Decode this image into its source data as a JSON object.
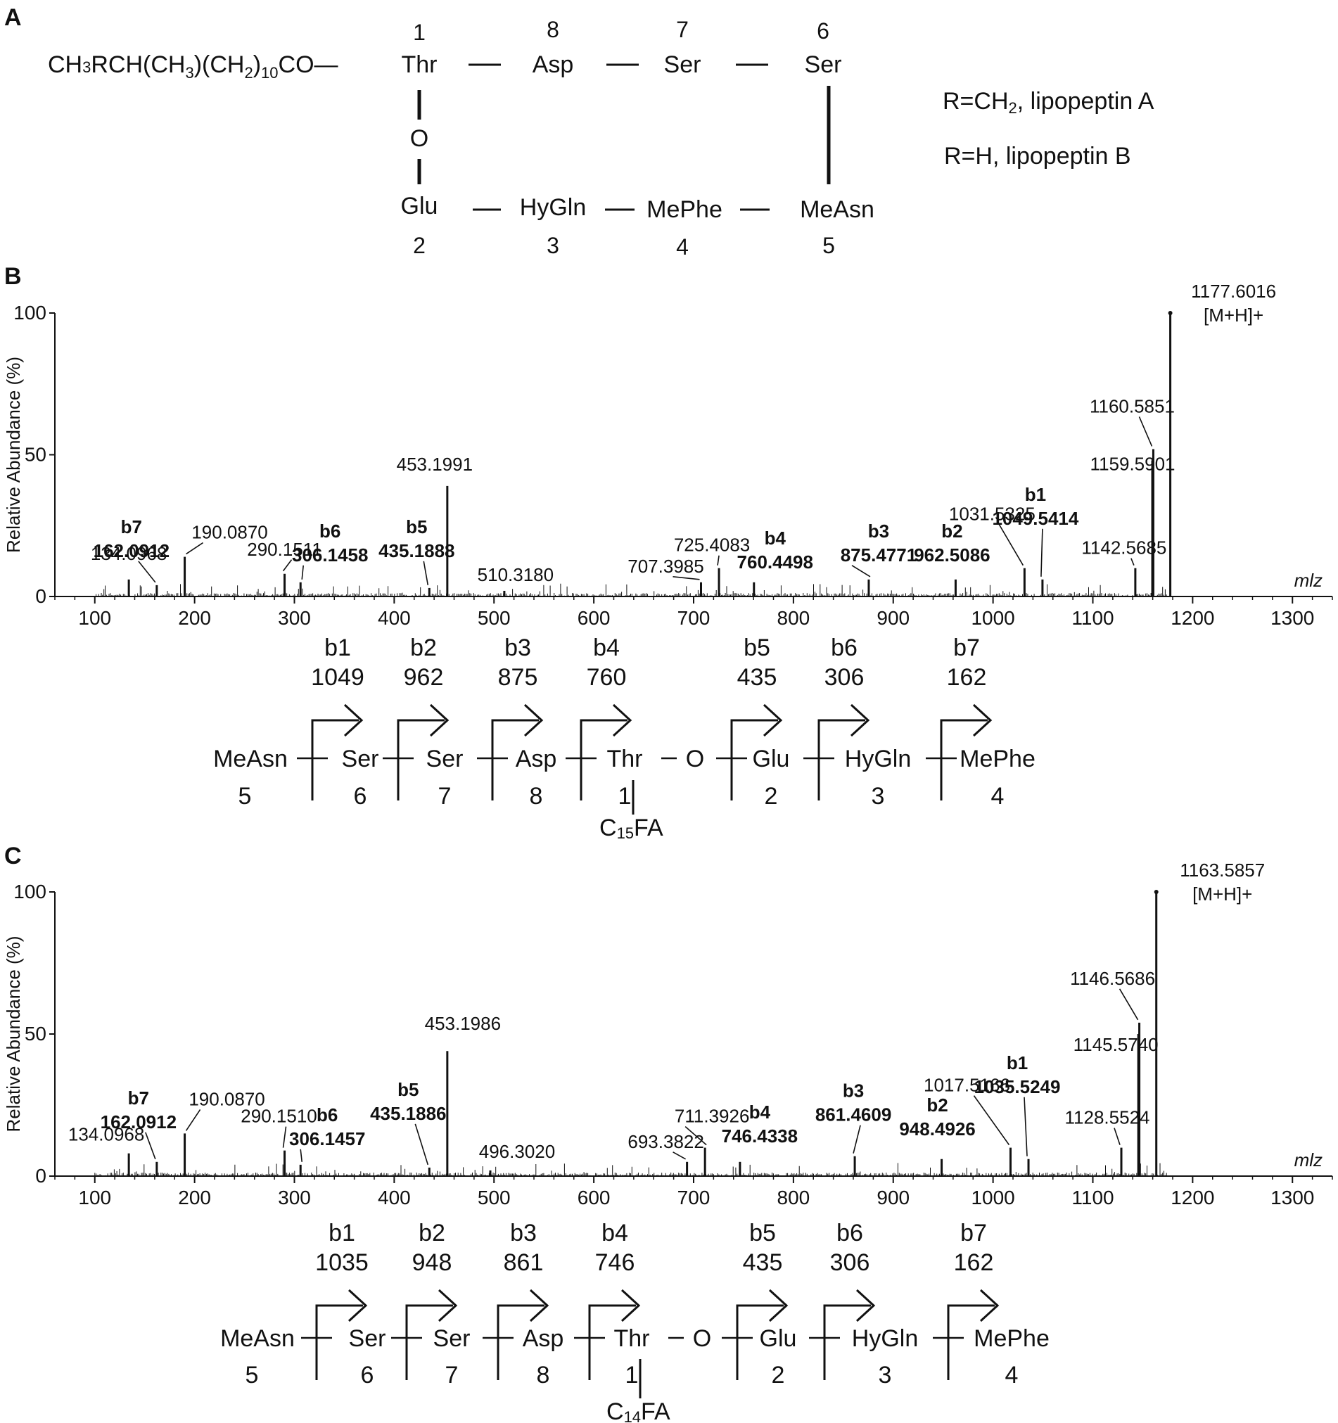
{
  "panel_letters": [
    "A",
    "B",
    "C"
  ],
  "structure": {
    "prefix_pieces": [
      "CH",
      "3",
      "RCH(CH",
      "3",
      ")(CH",
      "2",
      ")",
      "10",
      "CO—"
    ],
    "top": [
      {
        "res": "Thr",
        "num": "1"
      },
      {
        "res": "Asp",
        "num": "8"
      },
      {
        "res": "Ser",
        "num": "7"
      },
      {
        "res": "Ser",
        "num": "6"
      }
    ],
    "bottom": [
      {
        "res": "Glu",
        "num": "2"
      },
      {
        "res": "HyGln",
        "num": "3"
      },
      {
        "res": "MePhe",
        "num": "4"
      },
      {
        "res": "MeAsn",
        "num": "5"
      }
    ],
    "ester": "O",
    "note_a": {
      "pre": "R=CH",
      "sub": "2",
      "post": ", lipopeptin A"
    },
    "note_b": "R=H, lipopeptin B"
  },
  "chart_data": [
    {
      "type": "bar",
      "ylabel": "Relative Abundance (%)",
      "xlabel": "m/z",
      "xlim": [
        60,
        1340
      ],
      "ylim": [
        0,
        100
      ],
      "xticks": [
        100,
        200,
        300,
        400,
        500,
        600,
        700,
        800,
        900,
        1000,
        1100,
        1200,
        1300
      ],
      "yticks": [
        0,
        50,
        100
      ],
      "peaks": [
        {
          "x": 134.0968,
          "y": 6
        },
        {
          "x": 162.0912,
          "y": 4
        },
        {
          "x": 190.087,
          "y": 14
        },
        {
          "x": 290.1511,
          "y": 8
        },
        {
          "x": 306.1458,
          "y": 5
        },
        {
          "x": 435.1888,
          "y": 3
        },
        {
          "x": 453.1991,
          "y": 39
        },
        {
          "x": 510.318,
          "y": 2
        },
        {
          "x": 707.3985,
          "y": 5
        },
        {
          "x": 725.4083,
          "y": 10
        },
        {
          "x": 760.4498,
          "y": 5
        },
        {
          "x": 875.4771,
          "y": 6
        },
        {
          "x": 962.5086,
          "y": 6
        },
        {
          "x": 1031.5325,
          "y": 10
        },
        {
          "x": 1049.5414,
          "y": 6
        },
        {
          "x": 1142.5685,
          "y": 10
        },
        {
          "x": 1159.5901,
          "y": 48
        },
        {
          "x": 1160.5851,
          "y": 52
        },
        {
          "x": 1177.6016,
          "y": 100
        }
      ],
      "labels": [
        {
          "x": 134.0968,
          "y": 6,
          "lines": [
            "134.0968"
          ]
        },
        {
          "x": 162.0912,
          "y": 4,
          "lines": [
            "b7",
            "162.0912"
          ],
          "bold": true
        },
        {
          "x": 190.087,
          "y": 14,
          "lines": [
            "190.0870"
          ]
        },
        {
          "x": 290.1511,
          "y": 8,
          "lines": [
            "290.1511"
          ]
        },
        {
          "x": 306.1458,
          "y": 5,
          "lines": [
            "b6",
            "306.1458"
          ],
          "bold": true
        },
        {
          "x": 435.1888,
          "y": 3,
          "lines": [
            "b5",
            "435.1888"
          ],
          "bold": true
        },
        {
          "x": 453.1991,
          "y": 39,
          "lines": [
            "453.1991"
          ]
        },
        {
          "x": 510.318,
          "y": 2,
          "lines": [
            "510.3180"
          ]
        },
        {
          "x": 707.3985,
          "y": 5,
          "lines": [
            "707.3985"
          ]
        },
        {
          "x": 725.4083,
          "y": 10,
          "lines": [
            "725.4083"
          ]
        },
        {
          "x": 760.4498,
          "y": 5,
          "lines": [
            "b4",
            "760.4498"
          ],
          "bold": true
        },
        {
          "x": 875.4771,
          "y": 6,
          "lines": [
            "b3",
            "875.4771"
          ],
          "bold": true
        },
        {
          "x": 962.5086,
          "y": 6,
          "lines": [
            "b2",
            "962.5086"
          ],
          "bold": true
        },
        {
          "x": 1031.5325,
          "y": 10,
          "lines": [
            "1031.5325"
          ]
        },
        {
          "x": 1049.5414,
          "y": 6,
          "lines": [
            "b1",
            "1049.5414"
          ],
          "bold": true
        },
        {
          "x": 1142.5685,
          "y": 10,
          "lines": [
            "1142.5685"
          ]
        },
        {
          "x": 1159.5901,
          "y": 48,
          "lines": [
            "1159.5901"
          ]
        },
        {
          "x": 1160.5851,
          "y": 52,
          "lines": [
            "1160.5851"
          ]
        },
        {
          "x": 1177.6016,
          "y": 100,
          "lines": [
            "1177.6016",
            "[M+H]+"
          ]
        }
      ]
    },
    {
      "type": "bar",
      "ylabel": "Relative Abundance (%)",
      "xlabel": "m/z",
      "xlim": [
        60,
        1340
      ],
      "ylim": [
        0,
        100
      ],
      "xticks": [
        100,
        200,
        300,
        400,
        500,
        600,
        700,
        800,
        900,
        1000,
        1100,
        1200,
        1300
      ],
      "yticks": [
        0,
        50,
        100
      ],
      "peaks": [
        {
          "x": 134.0968,
          "y": 8
        },
        {
          "x": 162.0912,
          "y": 5
        },
        {
          "x": 190.087,
          "y": 15
        },
        {
          "x": 290.151,
          "y": 9
        },
        {
          "x": 306.1457,
          "y": 4
        },
        {
          "x": 435.1886,
          "y": 3
        },
        {
          "x": 453.1986,
          "y": 44
        },
        {
          "x": 496.302,
          "y": 2
        },
        {
          "x": 693.3822,
          "y": 5
        },
        {
          "x": 711.3926,
          "y": 10
        },
        {
          "x": 746.4338,
          "y": 5
        },
        {
          "x": 861.4609,
          "y": 7
        },
        {
          "x": 948.4926,
          "y": 6
        },
        {
          "x": 1017.5166,
          "y": 10
        },
        {
          "x": 1035.5249,
          "y": 6
        },
        {
          "x": 1128.5524,
          "y": 10
        },
        {
          "x": 1145.574,
          "y": 50
        },
        {
          "x": 1146.5686,
          "y": 54
        },
        {
          "x": 1163.5857,
          "y": 100
        }
      ],
      "labels": [
        {
          "x": 134.0968,
          "y": 8,
          "lines": [
            "134.0968"
          ]
        },
        {
          "x": 162.0912,
          "y": 5,
          "lines": [
            "b7",
            "162.0912"
          ],
          "bold": true
        },
        {
          "x": 190.087,
          "y": 15,
          "lines": [
            "190.0870"
          ]
        },
        {
          "x": 290.151,
          "y": 9,
          "lines": [
            "290.1510"
          ]
        },
        {
          "x": 306.1457,
          "y": 4,
          "lines": [
            "b6",
            "306.1457"
          ],
          "bold": true
        },
        {
          "x": 435.1886,
          "y": 3,
          "lines": [
            "b5",
            "435.1886"
          ],
          "bold": true
        },
        {
          "x": 453.1986,
          "y": 44,
          "lines": [
            "453.1986"
          ]
        },
        {
          "x": 496.302,
          "y": 2,
          "lines": [
            "496.3020"
          ]
        },
        {
          "x": 693.3822,
          "y": 5,
          "lines": [
            "693.3822"
          ]
        },
        {
          "x": 711.3926,
          "y": 10,
          "lines": [
            "711.3926"
          ]
        },
        {
          "x": 746.4338,
          "y": 5,
          "lines": [
            "b4",
            "746.4338"
          ],
          "bold": true
        },
        {
          "x": 861.4609,
          "y": 7,
          "lines": [
            "b3",
            "861.4609"
          ],
          "bold": true
        },
        {
          "x": 948.4926,
          "y": 6,
          "lines": [
            "b2",
            "948.4926"
          ],
          "bold": true
        },
        {
          "x": 1017.5166,
          "y": 10,
          "lines": [
            "1017.5166"
          ]
        },
        {
          "x": 1035.5249,
          "y": 6,
          "lines": [
            "b1",
            "1035.5249"
          ],
          "bold": true
        },
        {
          "x": 1128.5524,
          "y": 10,
          "lines": [
            "1128.5524"
          ]
        },
        {
          "x": 1145.574,
          "y": 50,
          "lines": [
            "1145.5740"
          ]
        },
        {
          "x": 1146.5686,
          "y": 54,
          "lines": [
            "1146.5686"
          ]
        },
        {
          "x": 1163.5857,
          "y": 100,
          "lines": [
            "1163.5857",
            "[M+H]+"
          ]
        }
      ]
    }
  ],
  "fragmentation": [
    {
      "residues": [
        {
          "name": "MeAsn",
          "num": "5"
        },
        {
          "name": "Ser",
          "num": "6"
        },
        {
          "name": "Ser",
          "num": "7"
        },
        {
          "name": "Asp",
          "num": "8"
        },
        {
          "name": "Thr",
          "num": "1"
        },
        {
          "name": "O",
          "num": ""
        },
        {
          "name": "Glu",
          "num": "2"
        },
        {
          "name": "HyGln",
          "num": "3"
        },
        {
          "name": "MePhe",
          "num": "4"
        }
      ],
      "ions": [
        {
          "ion": "b1",
          "mass": "1049"
        },
        {
          "ion": "b2",
          "mass": "962"
        },
        {
          "ion": "b3",
          "mass": "875"
        },
        {
          "ion": "b4",
          "mass": "760"
        },
        {
          "ion": "b5",
          "mass": "435"
        },
        {
          "ion": "b6",
          "mass": "306"
        },
        {
          "ion": "b7",
          "mass": "162"
        }
      ],
      "fa": {
        "pre": "C",
        "sub": "15",
        "post": "FA"
      }
    },
    {
      "residues": [
        {
          "name": "MeAsn",
          "num": "5"
        },
        {
          "name": "Ser",
          "num": "6"
        },
        {
          "name": "Ser",
          "num": "7"
        },
        {
          "name": "Asp",
          "num": "8"
        },
        {
          "name": "Thr",
          "num": "1"
        },
        {
          "name": "O",
          "num": ""
        },
        {
          "name": "Glu",
          "num": "2"
        },
        {
          "name": "HyGln",
          "num": "3"
        },
        {
          "name": "MePhe",
          "num": "4"
        }
      ],
      "ions": [
        {
          "ion": "b1",
          "mass": "1035"
        },
        {
          "ion": "b2",
          "mass": "948"
        },
        {
          "ion": "b3",
          "mass": "861"
        },
        {
          "ion": "b4",
          "mass": "746"
        },
        {
          "ion": "b5",
          "mass": "435"
        },
        {
          "ion": "b6",
          "mass": "306"
        },
        {
          "ion": "b7",
          "mass": "162"
        }
      ],
      "fa": {
        "pre": "C",
        "sub": "14",
        "post": "FA"
      }
    }
  ]
}
